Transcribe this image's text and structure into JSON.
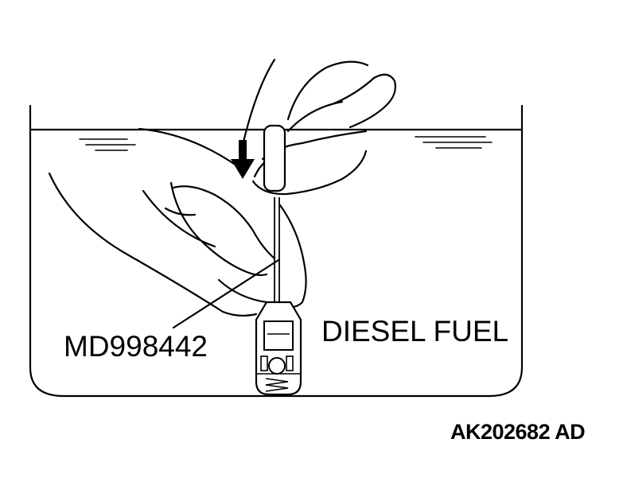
{
  "labels": {
    "tool": "MD998442",
    "liquid": "DIESEL FUEL",
    "reference": "AK202682 AD"
  },
  "colors": {
    "ink": "#000000",
    "paper": "#ffffff"
  },
  "icons": {
    "direction": "down-arrow-icon"
  }
}
